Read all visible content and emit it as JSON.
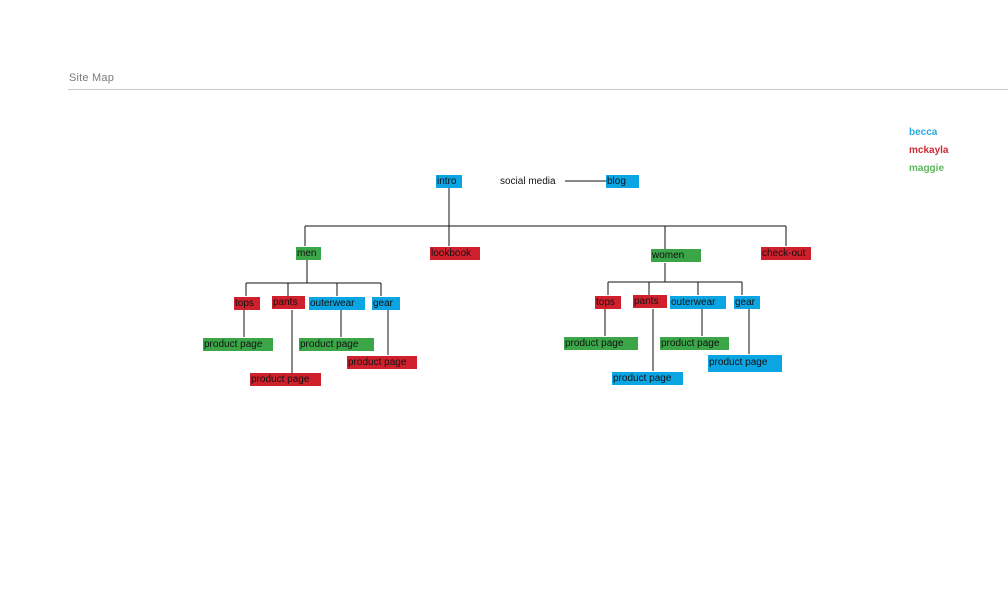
{
  "page": {
    "title": "Site Map"
  },
  "legend": [
    {
      "label": "becca",
      "color": "#29a9df"
    },
    {
      "label": "mckayla",
      "color": "#cc2a36"
    },
    {
      "label": "maggie",
      "color": "#5cb85c"
    }
  ],
  "colors": {
    "becca": "#0aa5e2",
    "mckayla": "#d0202e",
    "maggie": "#3aa648"
  },
  "sitemap": {
    "intro": {
      "label": "intro",
      "owner": "becca"
    },
    "social_media": {
      "label": "social media"
    },
    "blog": {
      "label": "blog",
      "owner": "becca"
    },
    "men": {
      "label": "men",
      "owner": "maggie",
      "children": {
        "tops": {
          "label": "tops",
          "owner": "mckayla",
          "child": {
            "label": "product page",
            "owner": "maggie"
          }
        },
        "pants": {
          "label": "pants",
          "owner": "mckayla",
          "child": {
            "label": "product page",
            "owner": "mckayla"
          }
        },
        "outerwear": {
          "label": "outerwear",
          "owner": "becca",
          "child": {
            "label": "product page",
            "owner": "maggie"
          }
        },
        "gear": {
          "label": "gear",
          "owner": "becca",
          "child": {
            "label": "product page",
            "owner": "mckayla"
          }
        }
      }
    },
    "lookbook": {
      "label": "lookbook",
      "owner": "mckayla"
    },
    "women": {
      "label": "women",
      "owner": "maggie",
      "children": {
        "tops": {
          "label": "tops",
          "owner": "mckayla",
          "child": {
            "label": "product page",
            "owner": "maggie"
          }
        },
        "pants": {
          "label": "pants",
          "owner": "mckayla",
          "child": {
            "label": "product page",
            "owner": "becca"
          }
        },
        "outerwear": {
          "label": "outerwear",
          "owner": "becca",
          "child": {
            "label": "product page",
            "owner": "maggie"
          }
        },
        "gear": {
          "label": "gear",
          "owner": "becca",
          "child": {
            "label": "product page",
            "owner": "becca"
          }
        }
      }
    },
    "checkout": {
      "label": "check-out",
      "owner": "mckayla"
    }
  }
}
